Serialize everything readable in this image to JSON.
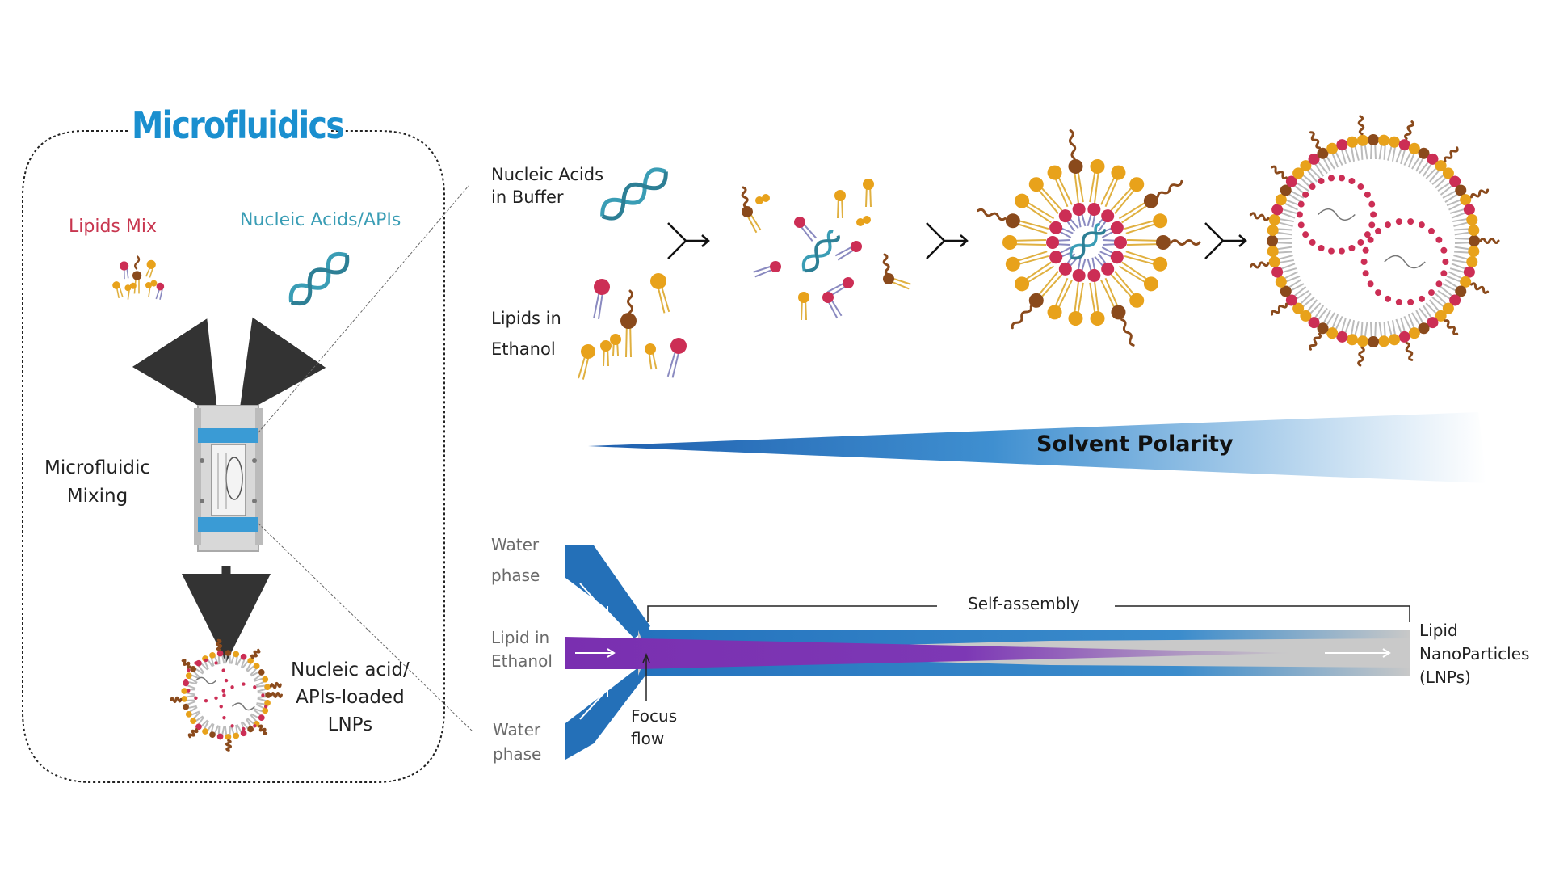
{
  "title": "Microfluidics",
  "left_panel": {
    "lipids_mix": "Lipids Mix",
    "nucleic_acids_apis": "Nucleic Acids/APIs",
    "mixing_line1": "Microfluidic",
    "mixing_line2": "Mixing",
    "output_line1": "Nucleic acid/",
    "output_line2": "APIs-loaded",
    "output_line3": "LNPs"
  },
  "assembly": {
    "buffer_line1": "Nucleic Acids",
    "buffer_line2": "in Buffer",
    "ethanol_line1": "Lipids in",
    "ethanol_line2": "Ethanol"
  },
  "gradient": {
    "label": "Solvent Polarity"
  },
  "channel": {
    "water_top_line1": "Water",
    "water_top_line2": "phase",
    "lipid_line1": "Lipid in",
    "lipid_line2": "Ethanol",
    "water_bottom_line1": "Water",
    "water_bottom_line2": "phase",
    "self_assembly": "Self-assembly",
    "focus_line1": "Focus",
    "focus_line2": "flow",
    "lnp_line1": "Lipid",
    "lnp_line2": "NanoParticles",
    "lnp_line3": "(LNPs)"
  },
  "colors": {
    "title_blue": "#1a8fcf",
    "lipids_red": "#c8364f",
    "nucleic_teal": "#3a9db5",
    "channel_blue": "#2470b8",
    "ethanol_purple": "#7d34b3",
    "lipid_head_red": "#cc2e55",
    "lipid_head_orange": "#e8a21b",
    "lipid_head_brown": "#8a4a1c"
  }
}
